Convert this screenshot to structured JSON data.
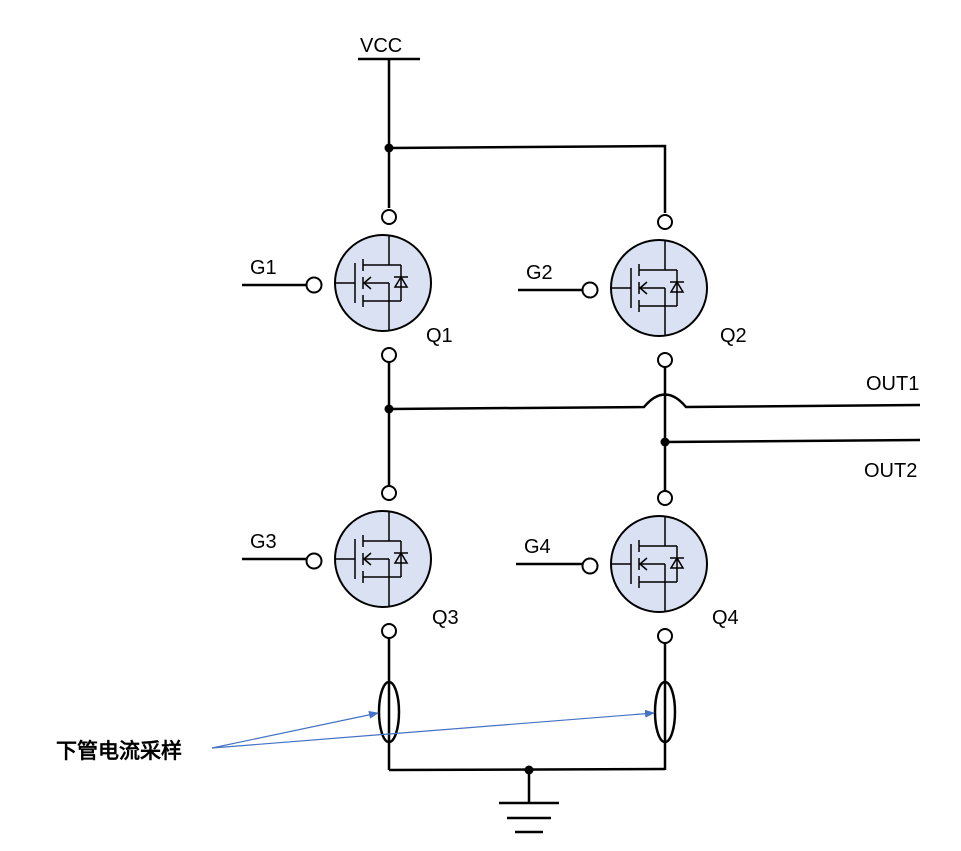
{
  "labels": {
    "vcc": "VCC",
    "out1": "OUT1",
    "out2": "OUT2",
    "sense_note": "下管电流采样"
  },
  "transistors": [
    {
      "name": "Q1",
      "gate": "G1"
    },
    {
      "name": "Q2",
      "gate": "G2"
    },
    {
      "name": "Q3",
      "gate": "G3"
    },
    {
      "name": "Q4",
      "gate": "G4"
    }
  ],
  "colors": {
    "mosfet_fill": "#d9e1f2",
    "annotation_arrow": "#4472c4",
    "wire": "#000000"
  }
}
